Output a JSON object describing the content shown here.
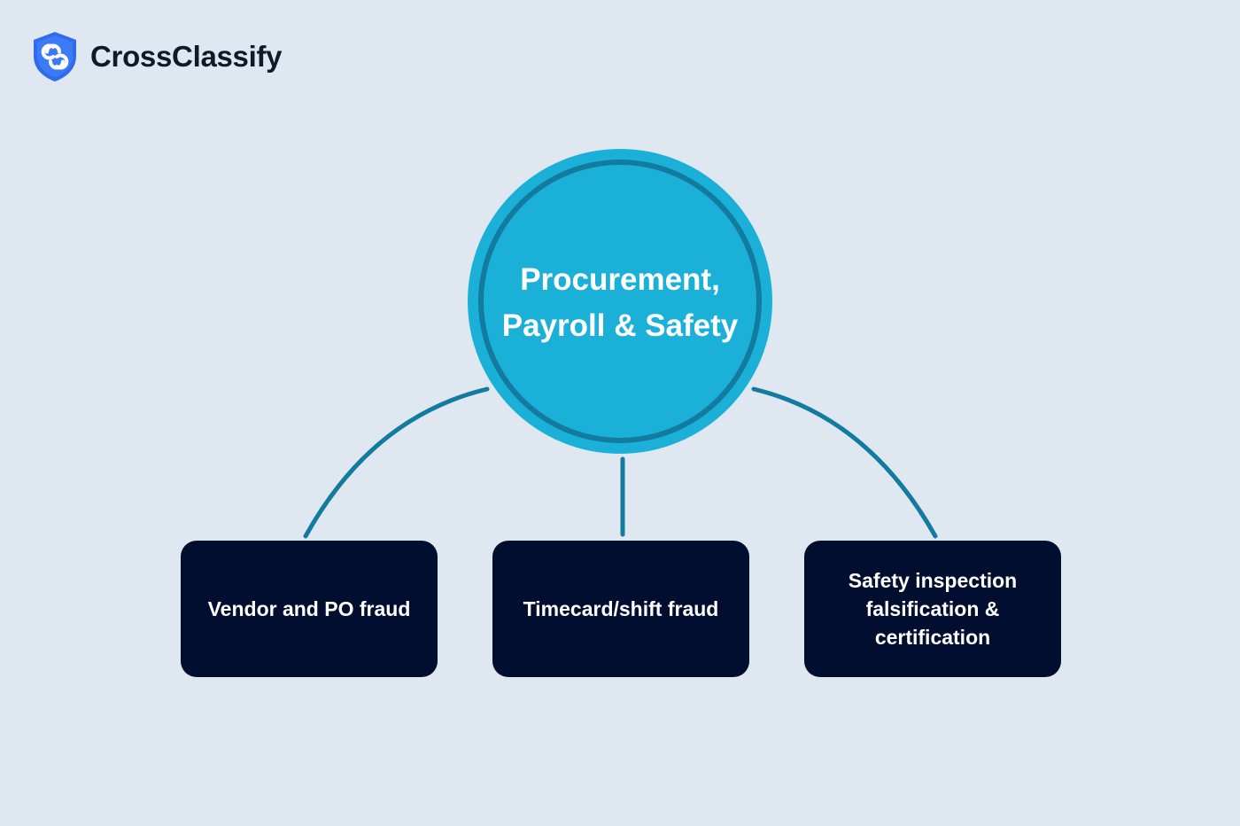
{
  "brand": {
    "name": "CrossClassify",
    "logo_icon": "crossclassify-shield-logo",
    "logo_color": "#2f6bea"
  },
  "diagram": {
    "center": {
      "title": "Procurement, Payroll & Safety"
    },
    "branches": [
      {
        "label": "Vendor and PO fraud"
      },
      {
        "label": "Timecard/shift fraud"
      },
      {
        "label": "Safety inspection falsification & certification"
      }
    ],
    "colors": {
      "background": "#dfe7f0",
      "hub_fill": "#1bb0d8",
      "hub_ring": "#137aa0",
      "connector": "#137aa0",
      "box_fill": "#020e30",
      "box_text": "#ffffff"
    }
  }
}
